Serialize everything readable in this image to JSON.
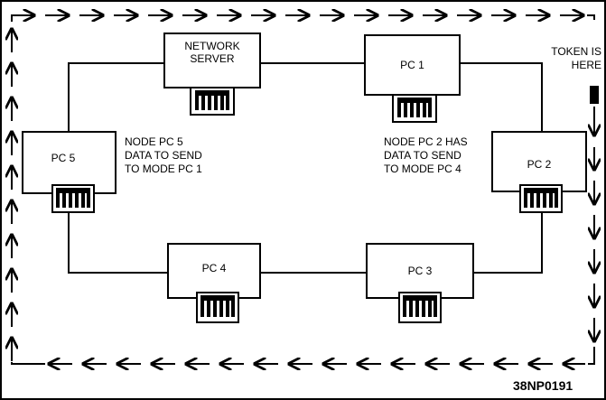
{
  "nodes": {
    "network_server": "NETWORK\nSERVER",
    "pc1": "PC 1",
    "pc2": "PC 2",
    "pc3": "PC 3",
    "pc4": "PC 4",
    "pc5": "PC 5"
  },
  "notes": {
    "token_location": "TOKEN IS\nHERE",
    "pc5_note": "NODE PC 5\nDATA TO SEND\nTO MODE PC 1",
    "pc2_note": "NODE PC 2 HAS\nDATA TO SEND\nTO MODE PC 4"
  },
  "figure_id": "38NP0191",
  "token_flow": "clockwise"
}
